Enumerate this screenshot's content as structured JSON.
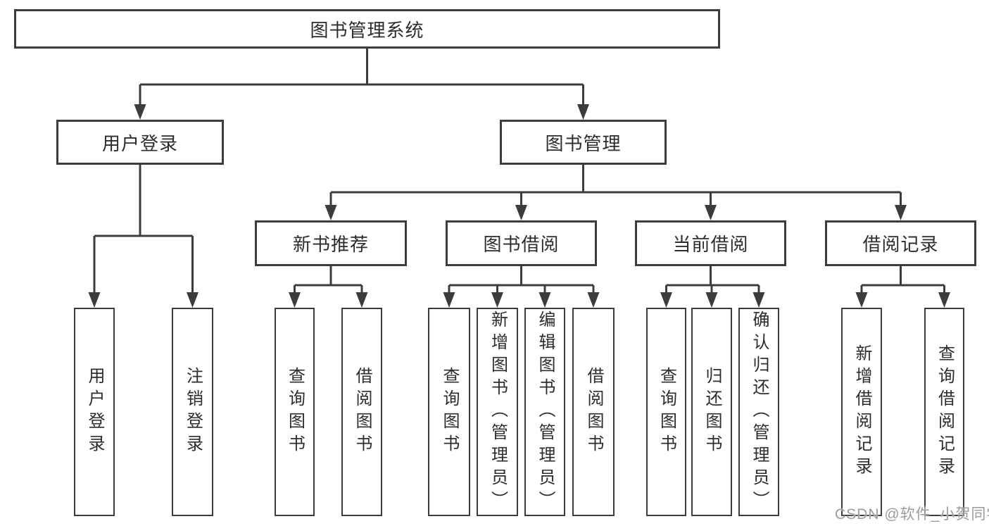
{
  "diagram": {
    "type": "hierarchy-tree",
    "title": "图书管理系统",
    "colors": {
      "line": "#3c3c3c",
      "box_border": "#3c3c3c",
      "text": "#2d2d2d",
      "box_background": "#ffffff",
      "page_background": "#ffffff",
      "watermark": "#9c9c9c"
    },
    "root": {
      "label": "图书管理系统"
    },
    "level2": [
      {
        "label": "用户登录",
        "children": [
          "用户登录",
          "注销登录"
        ]
      },
      {
        "label": "图书管理",
        "children": [
          "新书推荐",
          "图书借阅",
          "当前借阅",
          "借阅记录"
        ]
      }
    ],
    "level3": [
      {
        "label": "新书推荐",
        "children": [
          "查询图书",
          "借阅图书"
        ]
      },
      {
        "label": "图书借阅",
        "children": [
          "查询图书",
          "新增图书（管理员）",
          "编辑图书（管理员）",
          "借阅图书"
        ]
      },
      {
        "label": "当前借阅",
        "children": [
          "查询图书",
          "归还图书",
          "确认归还（管理员）"
        ]
      },
      {
        "label": "借阅记录",
        "children": [
          "新增借阅记录",
          "查询借阅记录"
        ]
      }
    ],
    "leaves": [
      {
        "label": "用户登录"
      },
      {
        "label": "注销登录"
      },
      {
        "label": "查询图书"
      },
      {
        "label": "借阅图书"
      },
      {
        "label": "查询图书"
      },
      {
        "label": "新增图书（管理员）"
      },
      {
        "label": "编辑图书（管理员）"
      },
      {
        "label": "借阅图书"
      },
      {
        "label": "查询图书"
      },
      {
        "label": "归还图书"
      },
      {
        "label": "确认归还（管理员）"
      },
      {
        "label": "新增借阅记录"
      },
      {
        "label": "查询借阅记录"
      }
    ],
    "watermark": "CSDN @软件_小贺同学"
  }
}
